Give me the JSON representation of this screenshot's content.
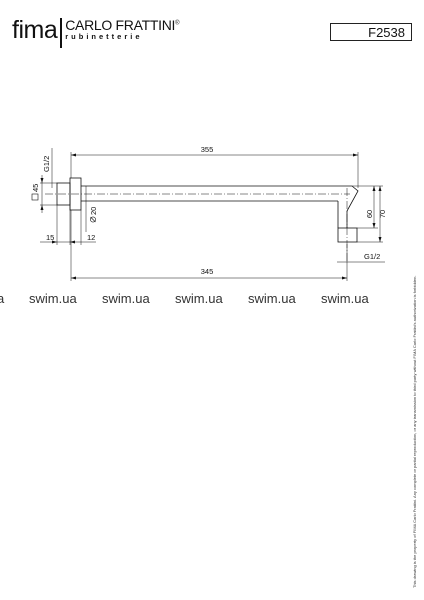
{
  "brand": {
    "name": "fima",
    "maker": "CARLO FRATTINI",
    "registered": "®",
    "tagline": "rubinetterie"
  },
  "product_code": "F2538",
  "dimensions": {
    "overall_length": "355",
    "wall_to_drop": "345",
    "flange_square": "45",
    "flange_thread": "G1/2",
    "flange_depth": "15",
    "collar_depth": "12",
    "arm_diameter": "20",
    "drop_inner": "60",
    "drop_outer": "70",
    "outlet_thread": "G1/2"
  },
  "watermark": {
    "text": "swim.ua",
    "leading_fragment": "a"
  },
  "disclaimer": "This drawing is the property of FIMA Carlo Frattini. Any complete or partial reproduction, or any transmission to third party without FIMA Carlo Frattini's authorization is forbidden."
}
